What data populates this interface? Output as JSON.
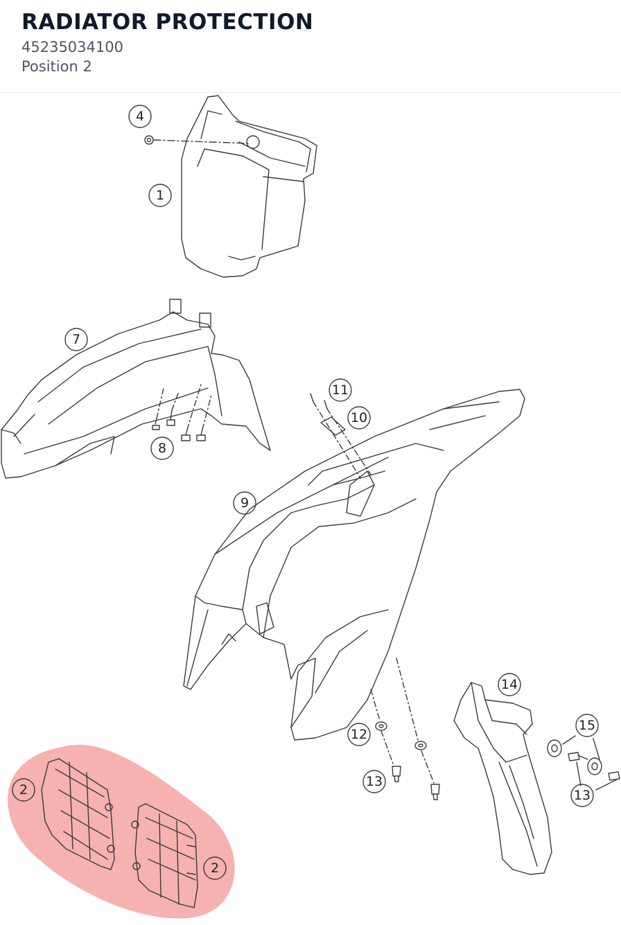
{
  "part": {
    "title": "RADIATOR PROTECTION",
    "number": "45235034100",
    "position": "Position 2"
  },
  "colors": {
    "highlight": "#f5a3a3",
    "line": "#3a3a3a",
    "text_dark": "#111a2b",
    "text_muted": "#4d5563"
  },
  "callouts": {
    "c1": "1",
    "c2a": "2",
    "c2b": "2",
    "c4": "4",
    "c7": "7",
    "c8": "8",
    "c9": "9",
    "c10": "10",
    "c11": "11",
    "c12": "12",
    "c13a": "13",
    "c13b": "13",
    "c14": "14",
    "c15": "15"
  }
}
